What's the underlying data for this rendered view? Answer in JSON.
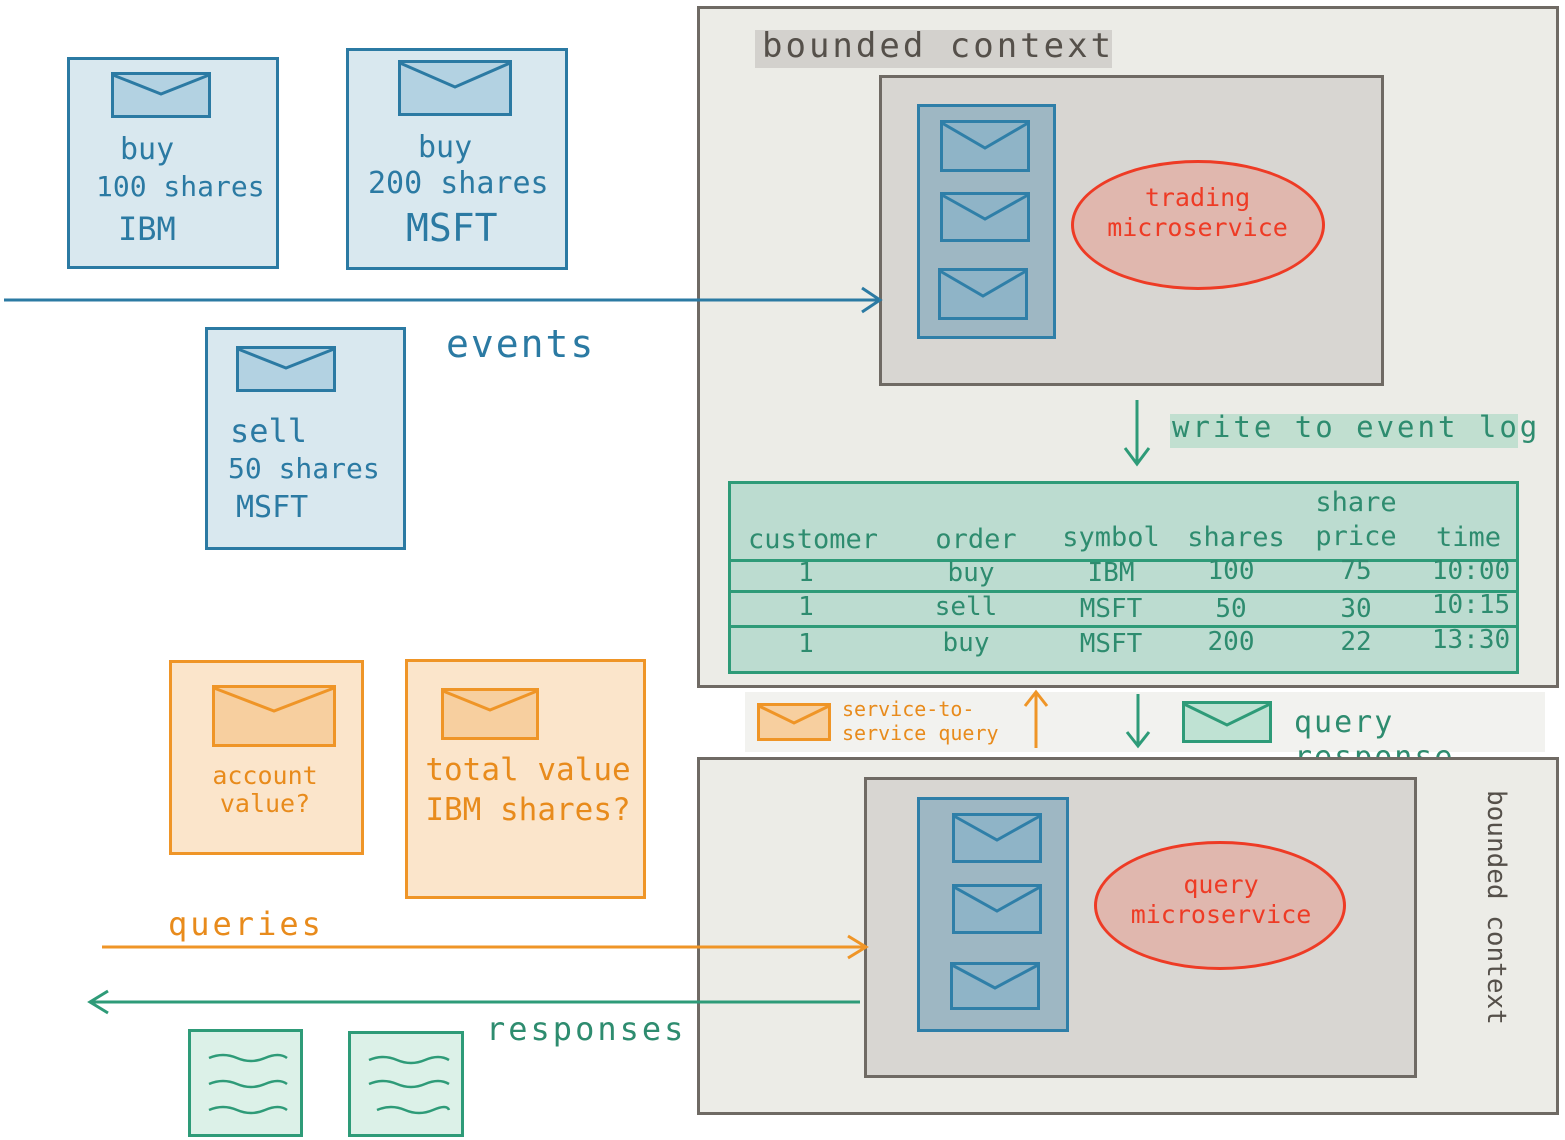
{
  "contexts": {
    "top_label": "bounded context",
    "bottom_label": "bounded context"
  },
  "services": {
    "trading": "trading microservice",
    "query": "query microservice"
  },
  "events": {
    "label": "events",
    "cards": [
      {
        "line1": "buy",
        "line2": "100 shares",
        "line3": "IBM"
      },
      {
        "line1": "buy",
        "line2": "200 shares",
        "line3": "MSFT"
      },
      {
        "line1": "sell",
        "line2": "50 shares",
        "line3": "MSFT"
      }
    ]
  },
  "event_log": {
    "caption": "write to event log",
    "headers": [
      "customer",
      "order",
      "symbol",
      "shares",
      "share price",
      "time"
    ],
    "rows": [
      [
        "1",
        "buy",
        "IBM",
        "100",
        "75",
        "10:00"
      ],
      [
        "1",
        "sell",
        "MSFT",
        "50",
        "30",
        "10:15"
      ],
      [
        "1",
        "buy",
        "MSFT",
        "200",
        "22",
        "13:30"
      ]
    ]
  },
  "queries": {
    "label": "queries",
    "cards": [
      "account value?",
      "total value IBM shares?"
    ]
  },
  "between": {
    "service_query": "service-to-service query",
    "query_response": "query response"
  },
  "responses": {
    "label": "responses"
  },
  "colors": {
    "blue": "#2b7aa3",
    "orange": "#ef9527",
    "green": "#2e9b78",
    "red": "#ee3b25",
    "gray": "#6f6a64"
  }
}
